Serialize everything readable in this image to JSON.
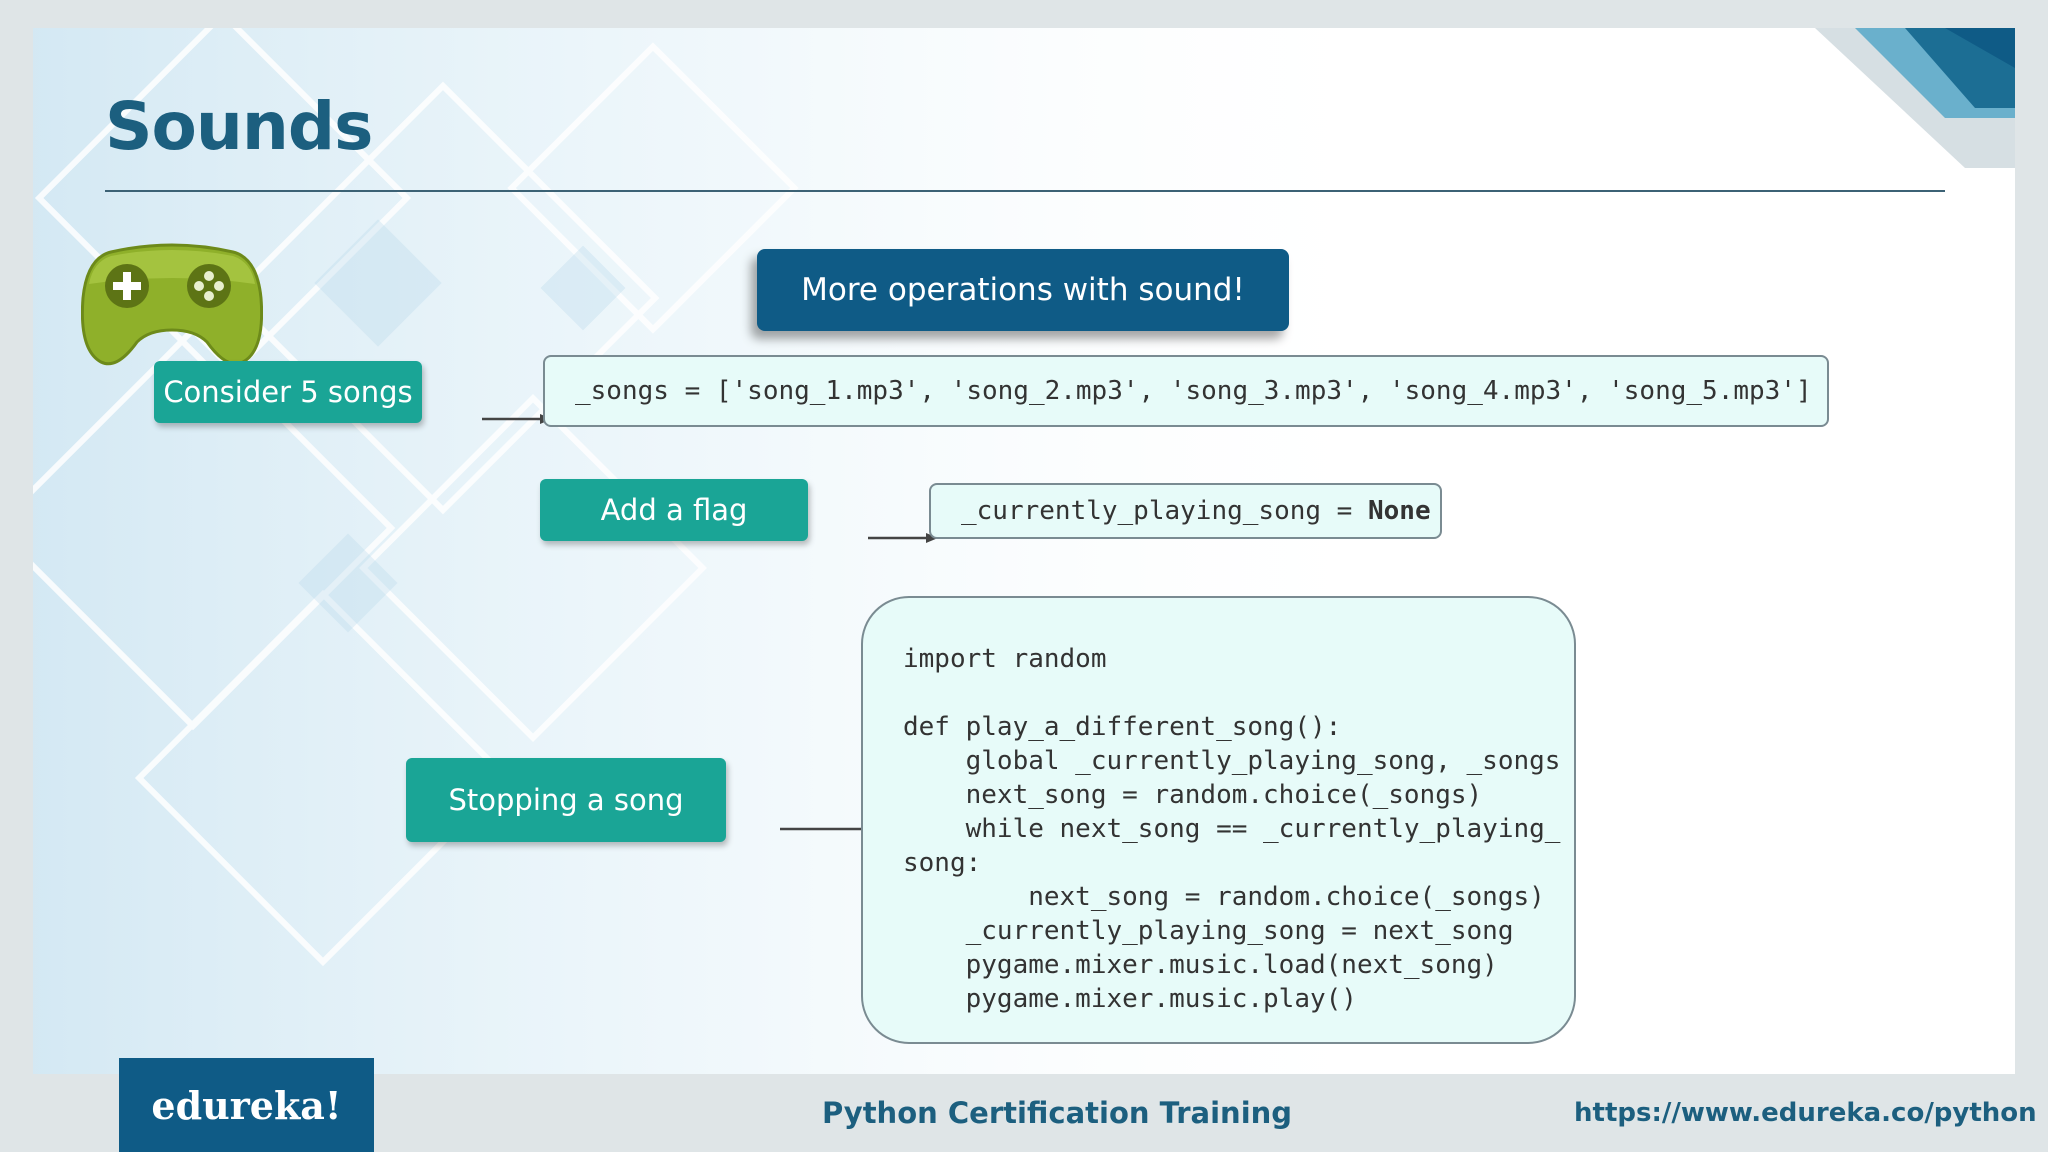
{
  "slide": {
    "title": "Sounds",
    "banner": "More operations with sound!",
    "steps": [
      {
        "label": "Consider 5 songs",
        "code": "_songs = ['song_1.mp3', 'song_2.mp3', 'song_3.mp3', 'song_4.mp3', 'song_5.mp3']"
      },
      {
        "label": "Add a flag",
        "code_prefix": "_currently_playing_song = ",
        "code_value": "None"
      },
      {
        "label": "Stopping a song",
        "code": "import random\n\ndef play_a_different_song():\n    global _currently_playing_song, _songs\n    next_song = random.choice(_songs)\n    while next_song == _currently_playing_\nsong:\n        next_song = random.choice(_songs)\n    _currently_playing_song = next_song\n    pygame.mixer.music.load(next_song)\n    pygame.mixer.music.play()"
      }
    ]
  },
  "footer": {
    "logo": "edureka!",
    "course": "Python Certification Training",
    "url": "https://www.edureka.co/python"
  },
  "icons": [
    "gamepad-icon",
    "arrow-right-icon"
  ],
  "colors": {
    "brand_blue": "#0f5b86",
    "title_blue": "#1c5f7f",
    "teal": "#1aa596",
    "code_bg": "#e7fbf9",
    "gamepad_green": "#8fb02a"
  }
}
